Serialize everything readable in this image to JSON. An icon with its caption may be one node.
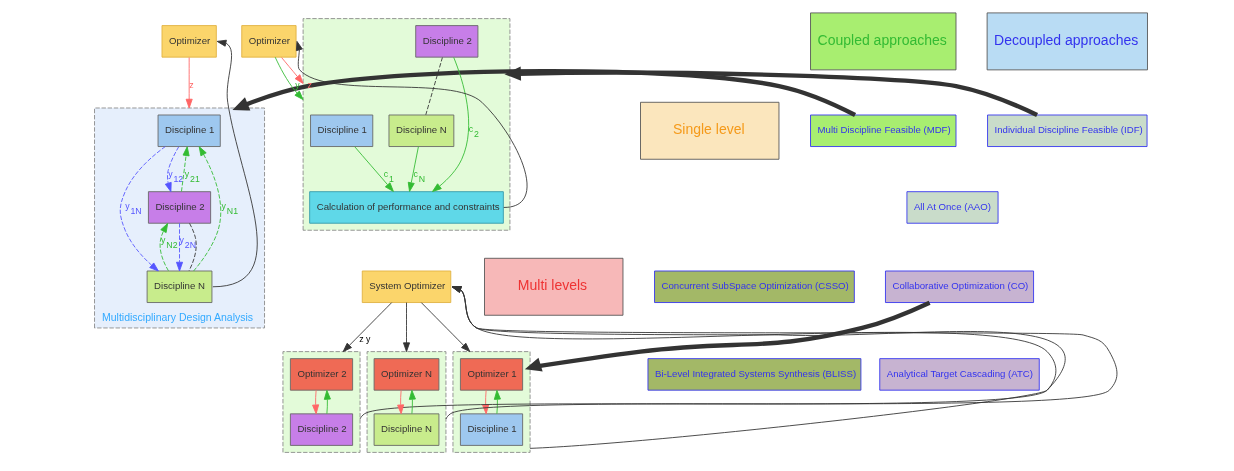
{
  "diagram": {
    "nodes": [
      {
        "text": [
          "Coupled approaches"
        ]
      },
      {
        "text": [
          "Decoupled approaches"
        ]
      },
      {
        "text": [
          "Single level"
        ]
      },
      {
        "text": [
          "Multi levels"
        ]
      },
      {
        "text": [
          "Multi Discipline Feasible (MDF)"
        ]
      },
      {
        "text": [
          "Individual Discipline Feasible (IDF)"
        ]
      },
      {
        "text": [
          "All At Once (AAO)"
        ]
      },
      {
        "text": [
          "Concurrent SubSpace Optimization (CSSO)"
        ]
      },
      {
        "text": [
          "Bi-Level Integrated Systems Synthesis (BLISS)"
        ]
      },
      {
        "text": [
          "Collaborative Optimization (CO)"
        ]
      },
      {
        "text": [
          "Analytical Target Cascading (ATC)"
        ]
      },
      {
        "text": [
          "Optimizer"
        ]
      },
      {
        "text": [
          "Multidisciplinary Design Analysis"
        ]
      },
      {
        "text": [
          "Discipline 1"
        ],
        "in": 12
      },
      {
        "text": [
          "Discipline 2"
        ],
        "in": 12
      },
      {
        "text": [
          "Discipline N"
        ],
        "in": 12
      },
      {
        "text": [
          "Optimizer"
        ]
      },
      {
        "text": [],
        "shape": "box"
      },
      {
        "text": [
          "Discipline 1"
        ],
        "in": 17
      },
      {
        "text": [
          "Discipline 2"
        ],
        "in": 17
      },
      {
        "text": [
          "Discipline N"
        ],
        "in": 17
      },
      {
        "text": [
          "Calculation of performance and constraints"
        ],
        "in": 17
      },
      {
        "text": [
          "System Optimizer"
        ]
      },
      {
        "text": [],
        "shape": "box"
      },
      {
        "text": [
          "Optimizer 1"
        ],
        "in": 23
      },
      {
        "text": [
          "Discipline 1"
        ],
        "in": 23
      },
      {
        "text": [],
        "shape": "box"
      },
      {
        "text": [
          "Optimizer 2"
        ],
        "in": 26
      },
      {
        "text": [
          "Discipline 2"
        ],
        "in": 26
      },
      {
        "text": [],
        "shape": "box"
      },
      {
        "text": [
          "Optimizer N"
        ],
        "in": 29
      },
      {
        "text": [
          "Discipline N"
        ],
        "in": 29
      }
    ],
    "edges": [
      {
        "from": 4,
        "to": 12,
        "arrow": "to",
        "style": "thick"
      },
      {
        "from": 11,
        "to": 12,
        "arrow": "to",
        "label": "z",
        "color": "#ff6666"
      },
      {
        "from": 15,
        "to": 11,
        "arrow": "to"
      },
      {
        "from": 13,
        "to": 14,
        "arrow": "to",
        "label": "y$_{12}$",
        "style": "dashed",
        "color": "#5555ff"
      },
      {
        "from": 13,
        "to": 15,
        "arrow": "to",
        "label": "y$_{1N}$",
        "style": "dashed",
        "color": "#5555ff"
      },
      {
        "from": 14,
        "to": 15,
        "arrow": "to",
        "label": "y$_{2N}$",
        "style": "dashed",
        "color": "#5555ff"
      },
      {
        "from": 14,
        "to": 13,
        "arrow": "to",
        "label": "y$_{21}$",
        "style": "dashed",
        "color": "#33bb33"
      },
      {
        "from": 15,
        "to": 13,
        "arrow": "to",
        "label": "y$_{N1}$",
        "style": "dashed",
        "color": "#33bb33"
      },
      {
        "from": 15,
        "to": 14,
        "arrow": "to",
        "label": "y$_{N2}$",
        "style": "dashed",
        "color": "#33bb33"
      },
      {
        "from": 14,
        "to": 15,
        "arrow": "none",
        "style": "dashed"
      },
      {
        "from": 5,
        "to": 17,
        "arrow": "to",
        "style": "thick"
      },
      {
        "from": 16,
        "to": 17,
        "arrow": "to",
        "label": "z",
        "color": "#ff6666"
      },
      {
        "from": 16,
        "to": 17,
        "arrow": "to",
        "label": "y",
        "color": "#33bb33"
      },
      {
        "from": 18,
        "to": 21,
        "arrow": "to",
        "label": "c$_{1}$",
        "color": "#33bb33"
      },
      {
        "from": 19,
        "to": 21,
        "arrow": "to",
        "label": "c$_{2}$",
        "color": "#33bb33"
      },
      {
        "from": 20,
        "to": 21,
        "arrow": "to",
        "label": "c$_{N}$",
        "color": "#33bb33"
      },
      {
        "from": 19,
        "to": 20,
        "arrow": "none",
        "style": "dashed"
      },
      {
        "from": 21,
        "to": 16,
        "arrow": "to"
      },
      {
        "from": 9,
        "to": 23,
        "arrow": "to",
        "style": "thick"
      },
      {
        "from": 22,
        "to": 23,
        "arrow": "to"
      },
      {
        "from": 22,
        "to": 26,
        "arrow": "to",
        "label": "z y"
      },
      {
        "from": 22,
        "to": 29,
        "arrow": "to"
      },
      {
        "from": 24,
        "to": 25,
        "arrow": "to",
        "color": "#ff6666"
      },
      {
        "from": 25,
        "to": 24,
        "arrow": "to",
        "color": "#33bb33"
      },
      {
        "from": 27,
        "to": 28,
        "arrow": "to",
        "color": "#ff6666"
      },
      {
        "from": 28,
        "to": 27,
        "arrow": "to",
        "color": "#33bb33"
      },
      {
        "from": 30,
        "to": 31,
        "arrow": "to",
        "color": "#ff6666"
      },
      {
        "from": 31,
        "to": 30,
        "arrow": "to",
        "color": "#33bb33"
      },
      {
        "from": 23,
        "to": 22,
        "arrow": "to"
      },
      {
        "from": 26,
        "to": 22,
        "arrow": "to"
      },
      {
        "from": 29,
        "to": 22,
        "arrow": "to"
      }
    ]
  }
}
